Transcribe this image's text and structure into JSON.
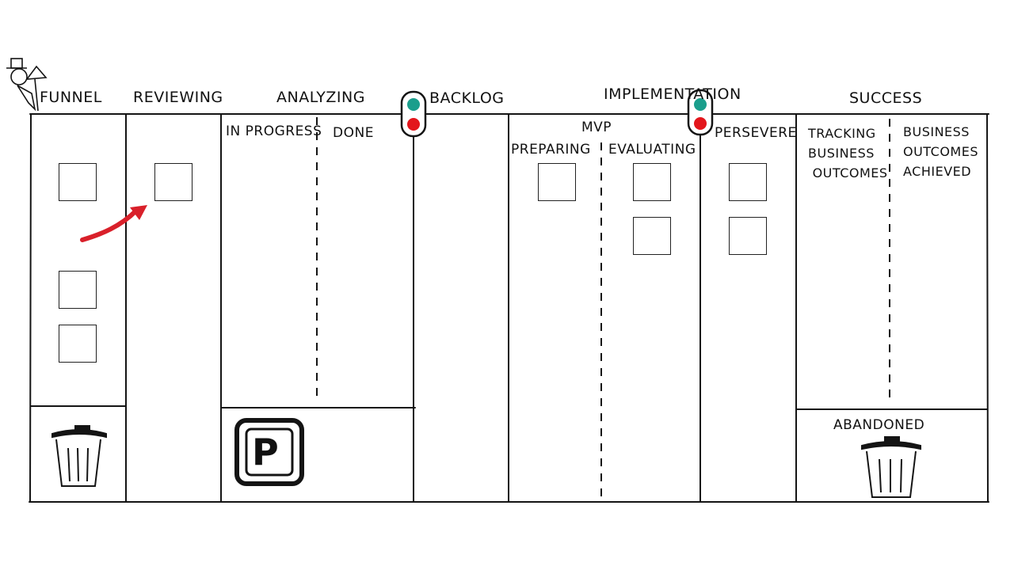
{
  "colors": {
    "ink": "#141414",
    "arrow": "#d9202a",
    "light_go": "#1a9e8c",
    "light_stop": "#e3161c"
  },
  "columns": {
    "funnel": "FUNNEL",
    "reviewing": "REVIEWING",
    "analyzing": "ANALYZING",
    "backlog": "BACKLOG",
    "implementation": "IMPLEMENTATION",
    "success": "SUCCESS"
  },
  "subcolumns": {
    "in_progress": "IN PROGRESS",
    "done": "DONE",
    "mvp": "MVP",
    "preparing": "PREPARING",
    "evaluating": "EVALUATING",
    "persevere": "PERSEVERE",
    "tracking": "TRACKING\nBUSINESS\n OUTCOMES",
    "achieved": "BUSINESS\nOUTCOMES\nACHIEVED"
  },
  "zones": {
    "abandoned": "ABANDONED",
    "parking_letter": "P"
  },
  "icons": {
    "mascot": "top-hat-character-icon",
    "trash": "trash-can-icon",
    "parking": "parking-sign-icon",
    "traffic_light": "traffic-light-icon",
    "arrow": "curved-arrow-icon"
  }
}
